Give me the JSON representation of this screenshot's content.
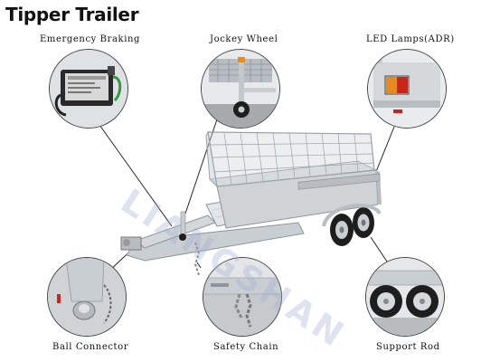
{
  "title": "Tipper Trailer",
  "labels": {
    "emergency_braking": "Emergency Braking",
    "jockey_wheel": "Jockey Wheel",
    "led_lamps": "LED Lamps(ADR)",
    "ball_connector": "Ball Connector",
    "safety_chain": "Safety Chain",
    "support_rod": "Support Rod"
  },
  "watermark": "LIANGSHAN",
  "colors": {
    "galvanized": "#c9ced3",
    "mesh": "#9aa3ab",
    "tire": "#1e1e1e",
    "lamp_amber": "#e98a1c",
    "lamp_red": "#c8261c",
    "brake_box": "#2a2a2a",
    "cable_green": "#2e9a3a"
  }
}
